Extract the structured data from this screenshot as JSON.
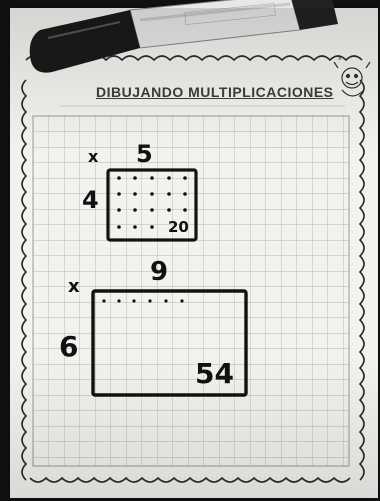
{
  "worksheet": {
    "title": "DIBUJANDO MULTIPLICACIONES"
  },
  "problem_1": {
    "operator": "x",
    "columns": "5",
    "rows": "4",
    "product": "20"
  },
  "problem_2": {
    "operator": "x",
    "columns": "9",
    "rows": "6",
    "product": "54"
  },
  "colors": {
    "paper": "#f3f2ef",
    "grid": "#b9b9b9",
    "ink": "#111111",
    "marker_body": "#eeeeee",
    "marker_cap": "#1a1a1a"
  }
}
